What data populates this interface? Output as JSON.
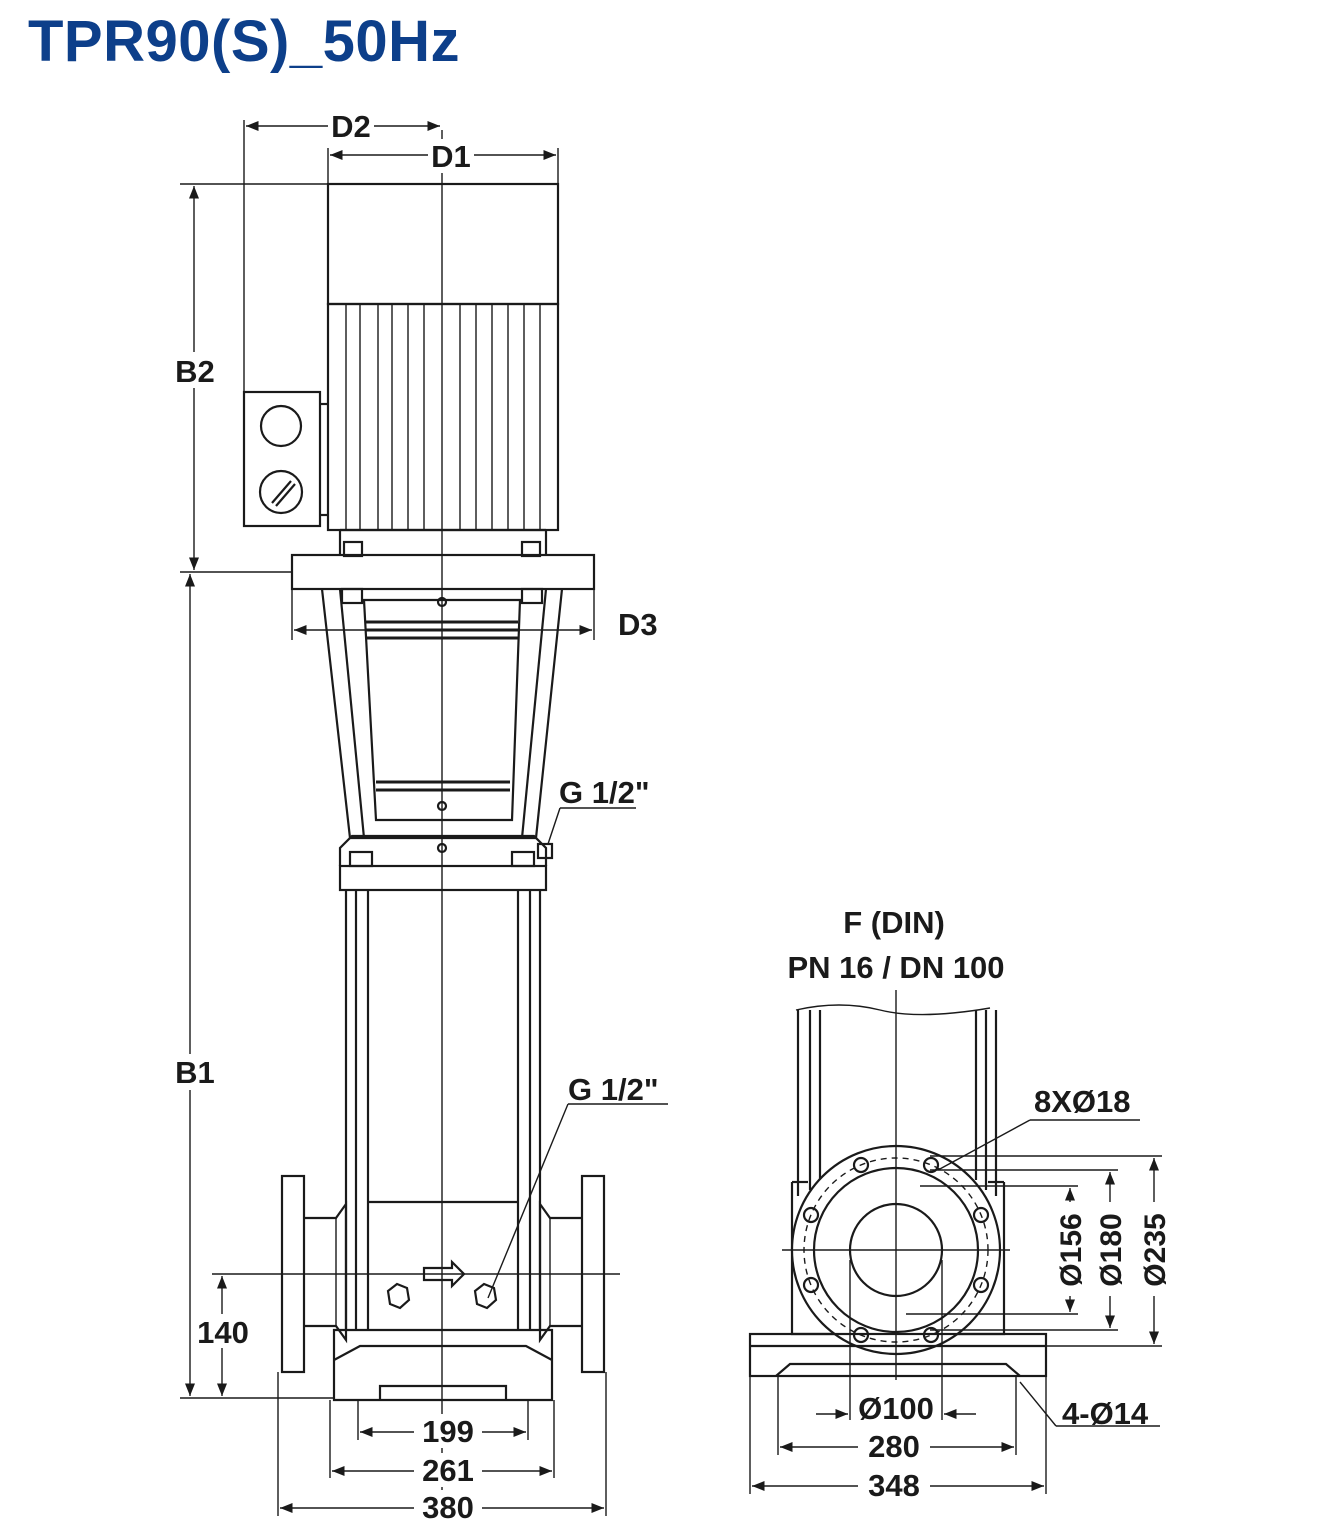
{
  "title": "TPR90(S)_50Hz",
  "accent_color": "#0d3f8a",
  "labels": {
    "d2": "D2",
    "d1": "D1",
    "d3": "D3",
    "b2": "B2",
    "b1": "B1",
    "h140": "140",
    "g_upper": "G 1/2\"",
    "g_lower": "G 1/2\"",
    "w199": "199",
    "w261": "261",
    "w380": "380"
  },
  "flange": {
    "title": "F (DIN)",
    "spec": "PN 16 / DN 100",
    "bolts": "8XØ18",
    "d156": "Ø156",
    "d180": "Ø180",
    "d235": "Ø235",
    "d100": "Ø100",
    "w280": "280",
    "w348": "348",
    "holes": "4-Ø14"
  }
}
